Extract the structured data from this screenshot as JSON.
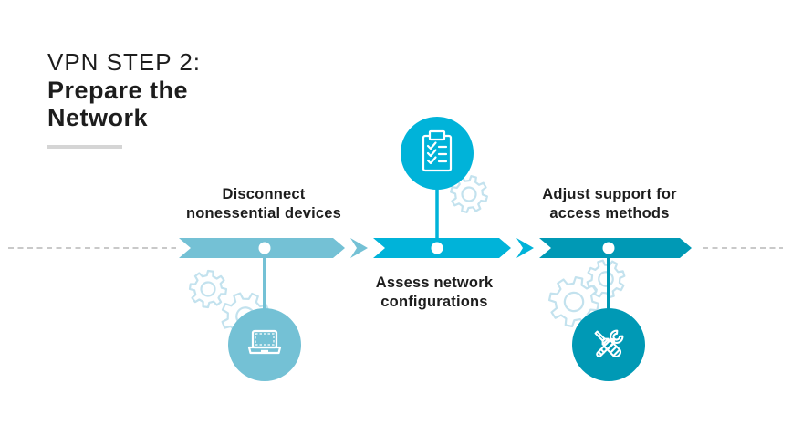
{
  "title": {
    "step": "VPN STEP 2:",
    "name": "Prepare the\nNetwork"
  },
  "steps": [
    {
      "label": "Disconnect\nnonessential devices",
      "icon": "laptop-icon",
      "label_position": "above",
      "icon_position": "below",
      "color": "light-blue"
    },
    {
      "label": "Assess network\nconfigurations",
      "icon": "clipboard-checklist-icon",
      "label_position": "below",
      "icon_position": "above",
      "color": "cyan"
    },
    {
      "label": "Adjust support for\naccess methods",
      "icon": "wrench-screwdriver-icon",
      "label_position": "above",
      "icon_position": "below",
      "color": "teal"
    }
  ],
  "colors": {
    "accent_light": "#74c1d5",
    "accent_cyan": "#00b3d9",
    "accent_teal": "#0099b5",
    "gear_outline": "#c3e2ee",
    "dash_gray": "#c9c9c9",
    "underline_gray": "#d5d5d5",
    "text_dark": "#1d1d1d"
  }
}
